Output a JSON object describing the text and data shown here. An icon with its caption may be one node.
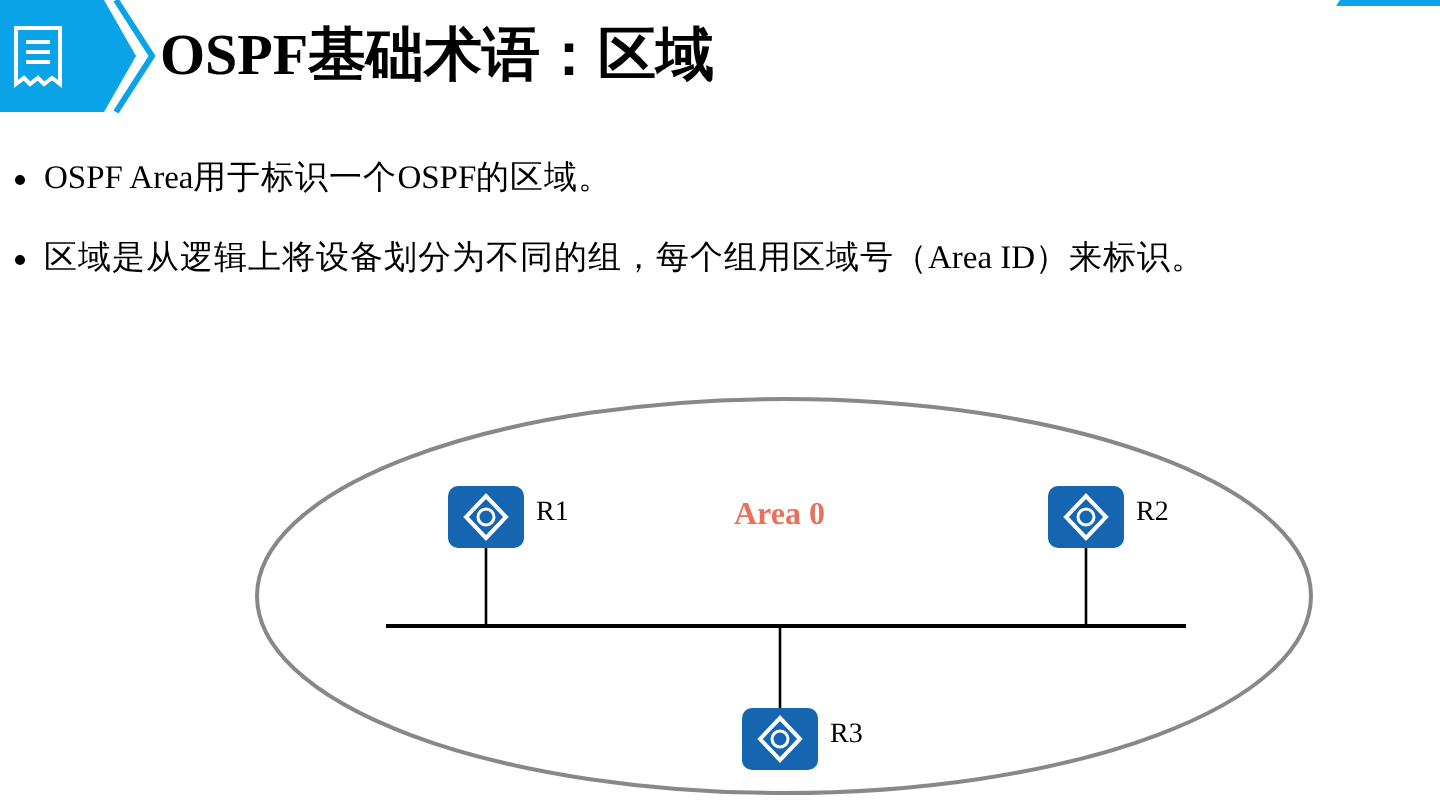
{
  "diagram": {
    "title": "OSPF基础术语：区域",
    "nodes": [
      {
        "text": [
          "Area 0"
        ]
      },
      {
        "text": [
          "R1"
        ],
        "in": 0
      },
      {
        "text": [
          "R2"
        ],
        "in": 0
      },
      {
        "text": [],
        "shape": "bar",
        "in": 0
      },
      {
        "text": [
          "R3"
        ],
        "in": 0
      }
    ],
    "edges": [
      {
        "from": 1,
        "to": 3,
        "arrow": "none"
      },
      {
        "from": 2,
        "to": 3,
        "arrow": "none"
      },
      {
        "from": 3,
        "to": 4,
        "arrow": "none"
      }
    ],
    "labels": [
      "OSPF Area用于标识一个OSPF的区域。",
      "区域是从逻辑上将设备划分为不同的组，每个组用区域号（Area ID）来标识。"
    ]
  }
}
